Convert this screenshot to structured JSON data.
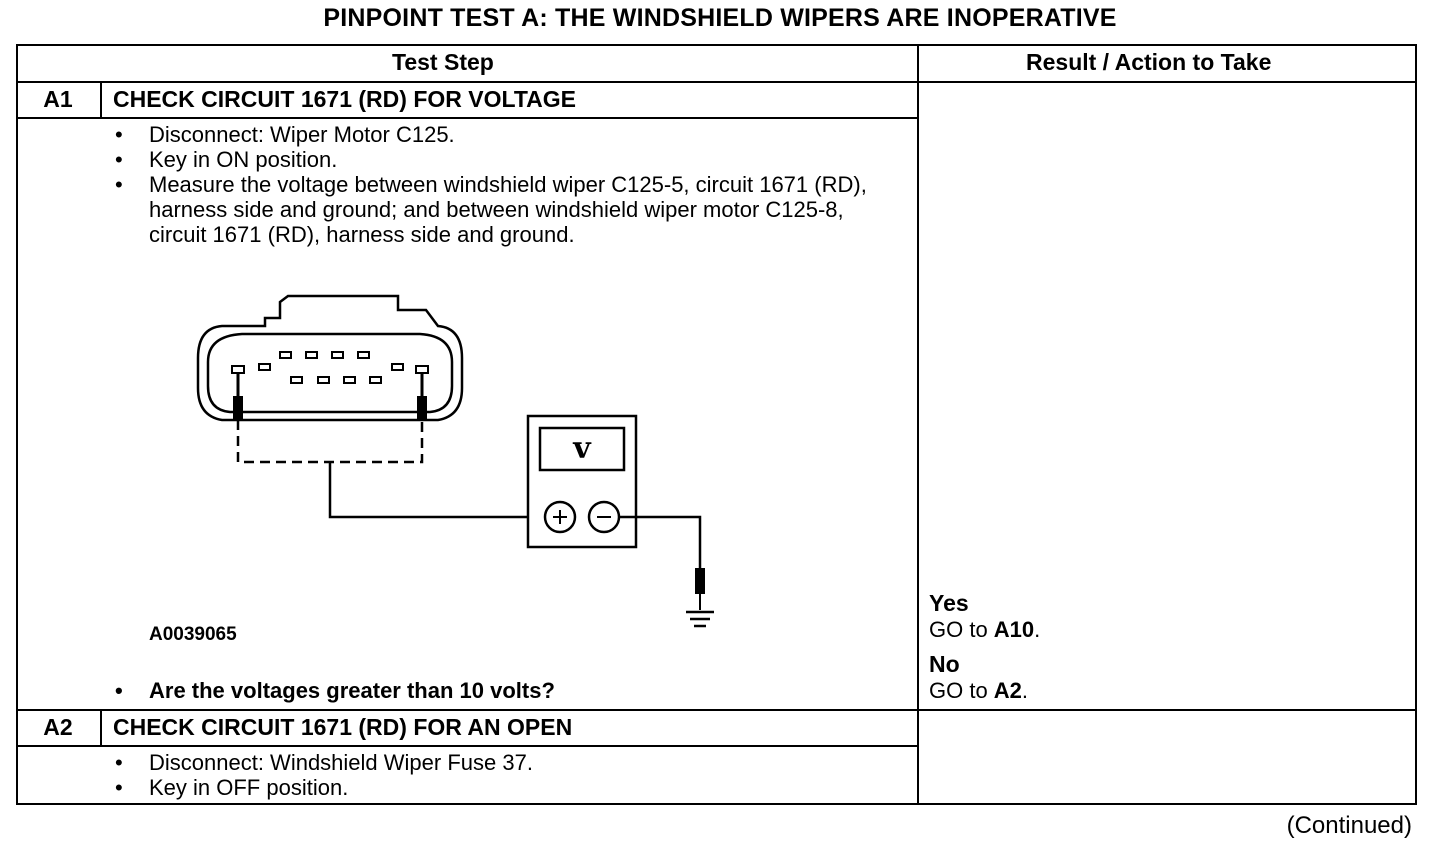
{
  "title": "PINPOINT TEST  A: THE WINDSHIELD WIPERS ARE INOPERATIVE",
  "headers": {
    "test_step": "Test Step",
    "result": "Result / Action to Take"
  },
  "steps": [
    {
      "id": "A1",
      "title": "CHECK CIRCUIT 1671 (RD) FOR VOLTAGE",
      "bullets": [
        "Disconnect: Wiper Motor C125.",
        "Key in ON position.",
        "Measure the voltage between windshield wiper C125-5, circuit 1671 (RD), harness side and ground; and between windshield wiper motor C125-8, circuit 1671 (RD), harness side and ground."
      ],
      "figure_id": "A0039065",
      "meter_symbol": "v",
      "question": "Are the voltages greater than 10 volts?",
      "results": [
        {
          "answer": "Yes",
          "action_prefix": "GO to ",
          "action_target": "A10",
          "action_suffix": "."
        },
        {
          "answer": "No",
          "action_prefix": "GO to ",
          "action_target": "A2",
          "action_suffix": "."
        }
      ]
    },
    {
      "id": "A2",
      "title": "CHECK CIRCUIT 1671 (RD) FOR AN OPEN",
      "bullets": [
        "Disconnect: Windshield Wiper Fuse 37.",
        "Key in OFF position."
      ]
    }
  ],
  "continued": "(Continued)"
}
